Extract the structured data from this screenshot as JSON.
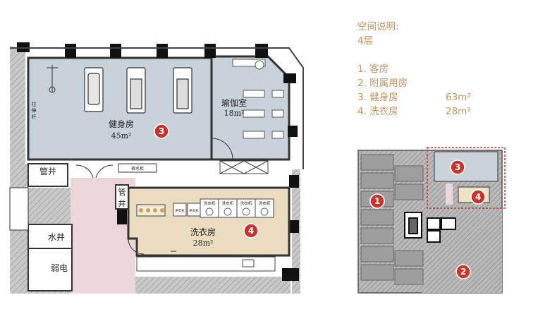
{
  "legend": {
    "heading": "空间说明:",
    "floor": "4层",
    "items": [
      {
        "label": "1. 客房",
        "area": ""
      },
      {
        "label": "2. 附属用房",
        "area": ""
      },
      {
        "label": "3. 健身房",
        "area": "63m²"
      },
      {
        "label": "4. 洗衣房",
        "area": "28m²"
      }
    ]
  },
  "plan": {
    "gym": {
      "name": "健身房",
      "area": "45m²",
      "marker": "3"
    },
    "yoga": {
      "name": "瑜伽室",
      "area": "18m²"
    },
    "laundry": {
      "name": "洗衣房",
      "area": "28m²",
      "marker": "4"
    },
    "shaft_top": "管井",
    "shaft_side": [
      "管",
      "井"
    ],
    "water_shaft": "水井",
    "weak_power": "弱电",
    "stretch_bar": [
      "拉",
      "伸",
      "杆"
    ],
    "tea_cabinet": "茶水柜",
    "washers": [
      "洗衣机",
      "洗衣机",
      "洗衣机",
      "洗衣机"
    ],
    "dryers": [
      "烘衣机",
      "烘衣机"
    ]
  },
  "key_plan": {
    "markers": [
      "1",
      "2",
      "3",
      "4"
    ],
    "colors": {
      "highlight_outline": "#c8342c",
      "marker": "#c8342c",
      "gym_fill": "#c9d3dc",
      "laundry_fill": "#efe2c4"
    }
  },
  "colors": {
    "legend_text": "#c49462",
    "gym_fill": "#c7d2da",
    "laundry_fill": "#e9dcc0",
    "corridor_fill": "#ecd5d8"
  }
}
